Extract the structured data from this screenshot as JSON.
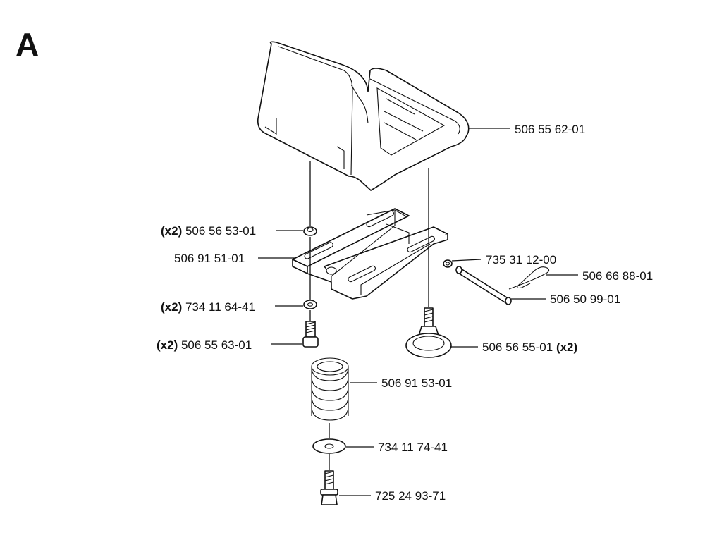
{
  "section_letter": "A",
  "labels": [
    {
      "id": "seat",
      "number": "506 55 62-01",
      "qty": ""
    },
    {
      "id": "nut",
      "number": "506 56 53-01",
      "qty": "(x2)"
    },
    {
      "id": "bracket",
      "number": "506 91 51-01",
      "qty": ""
    },
    {
      "id": "washer-small",
      "number": "735 31 12-00",
      "qty": ""
    },
    {
      "id": "clip",
      "number": "506 66 88-01",
      "qty": ""
    },
    {
      "id": "pin",
      "number": "506 50 99-01",
      "qty": ""
    },
    {
      "id": "washer",
      "number": "734 11 64-41",
      "qty": "(x2)"
    },
    {
      "id": "bolt",
      "number": "506 55 63-01",
      "qty": "(x2)"
    },
    {
      "id": "knob",
      "number": "506 56 55-01",
      "qty": "(x2)"
    },
    {
      "id": "spring",
      "number": "506 91 53-01",
      "qty": ""
    },
    {
      "id": "washer-large",
      "number": "734 11 74-41",
      "qty": ""
    },
    {
      "id": "screw",
      "number": "725 24 93-71",
      "qty": ""
    }
  ]
}
